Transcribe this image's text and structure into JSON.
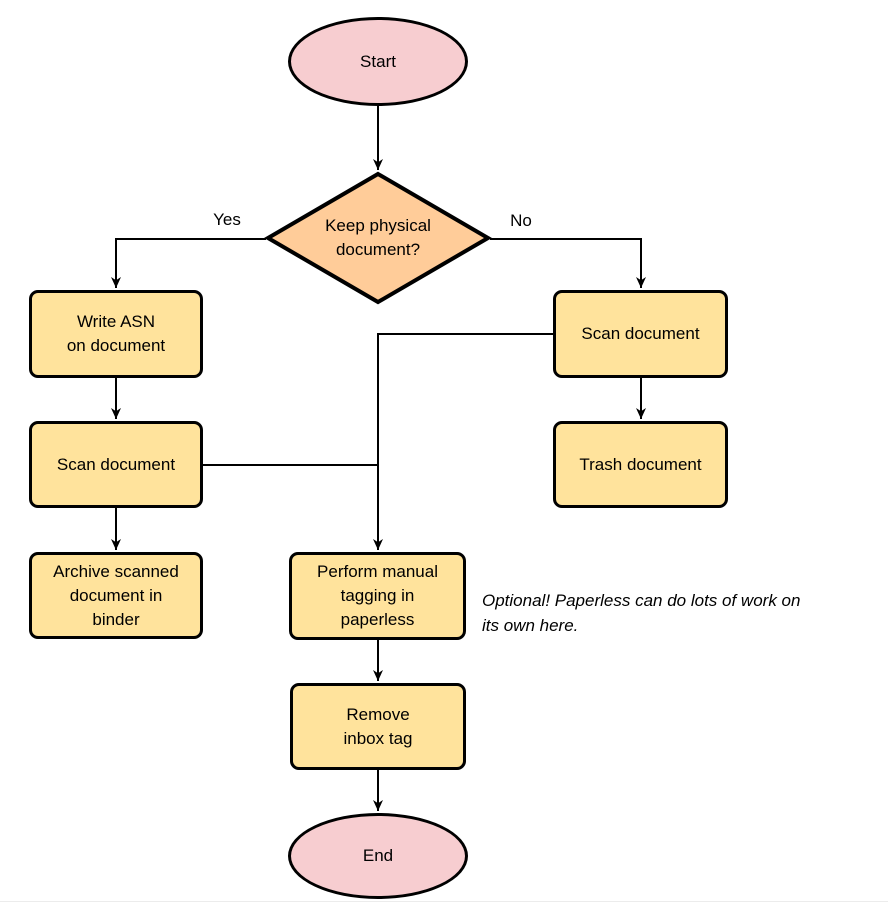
{
  "colors": {
    "terminal_fill": "#f7cdd0",
    "decision_fill": "#ffcc99",
    "process_fill": "#ffe39c",
    "stroke": "#000000"
  },
  "nodes": {
    "start": {
      "label": "Start"
    },
    "decision": {
      "label": "Keep physical\ndocument?"
    },
    "write_asn": {
      "label": "Write ASN\non document"
    },
    "scan_left": {
      "label": "Scan document"
    },
    "archive": {
      "label": "Archive scanned\ndocument in\nbinder"
    },
    "scan_right": {
      "label": "Scan document"
    },
    "trash": {
      "label": "Trash document"
    },
    "tagging": {
      "label": "Perform manual\ntagging in\npaperless"
    },
    "remove_inbox": {
      "label": "Remove\ninbox tag"
    },
    "end": {
      "label": "End"
    }
  },
  "edge_labels": {
    "yes": "Yes",
    "no": "No"
  },
  "annotation": {
    "text": "Optional! Paperless can do lots of work on\nits own here."
  }
}
